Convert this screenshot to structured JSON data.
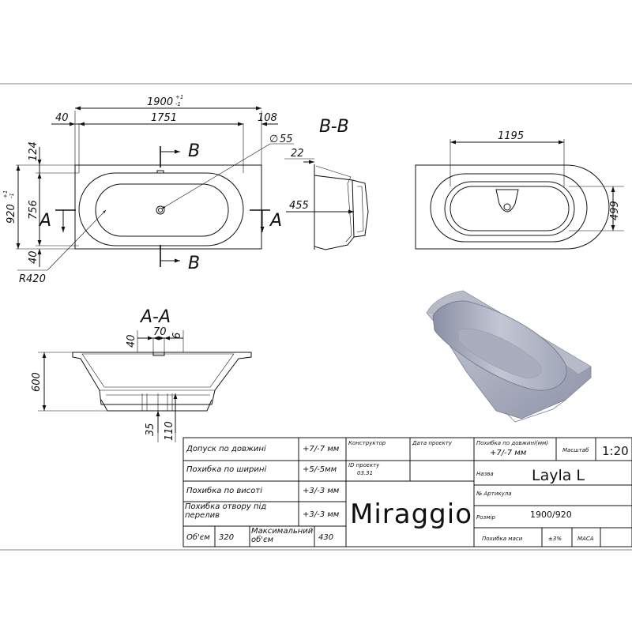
{
  "plan_view": {
    "overall_length": "1900",
    "length_tol_plus": "+1",
    "length_tol_minus": "-1",
    "left_rim": "40",
    "inner_length": "1751",
    "right_rim": "108",
    "top_rim": "124",
    "inner_width": "756",
    "bottom_rim": "40",
    "overall_width": "920",
    "width_tol_plus": "+1",
    "width_tol_minus": "-1",
    "drain_diameter": "55",
    "diameter_symbol": "∅",
    "corner_radius": "R420",
    "section_a": "A",
    "section_b": "B"
  },
  "section_bb": {
    "title": "B-B",
    "rim_depth": "22",
    "depth": "455"
  },
  "rear_view": {
    "length": "1195",
    "width": "499"
  },
  "section_aa": {
    "title": "A-A",
    "dim_40": "40",
    "dim_70": "70",
    "dim_6": "6",
    "height": "600",
    "dim_35": "35",
    "dim_110": "110"
  },
  "title_block": {
    "rows": [
      {
        "label": "Допуск по довжині",
        "value": "+7/-7 мм"
      },
      {
        "label": "Похибка по ширині",
        "value": "+5/-5мм"
      },
      {
        "label": "Похибка по висоті",
        "value": "+3/-3 мм"
      },
      {
        "label": "Похибка отвору під перелив",
        "value": "+3/-3 мм"
      }
    ],
    "volume_label": "Об'єм",
    "volume_value": "320",
    "max_volume_label": "Максимальний об'єм",
    "max_volume_value": "430",
    "constructor_label": "Конструктор",
    "project_date_label": "Дата проєкту",
    "project_id_label": "ID проєкту",
    "project_id_value": "03.31",
    "brand": "Miraggio",
    "length_err_label": "Похибка по довжині(мм)",
    "length_err_value": "+7/-7 мм",
    "scale_label": "Масштаб",
    "scale_value": "1:20",
    "name_label": "Назва",
    "name_value": "Layla L",
    "article_label": "№ Артикула",
    "size_label": "Розмір",
    "size_value": "1900/920",
    "mass_err_label": "Похибка маси",
    "mass_err_value": "±3%",
    "mass_label": "МАСА"
  }
}
